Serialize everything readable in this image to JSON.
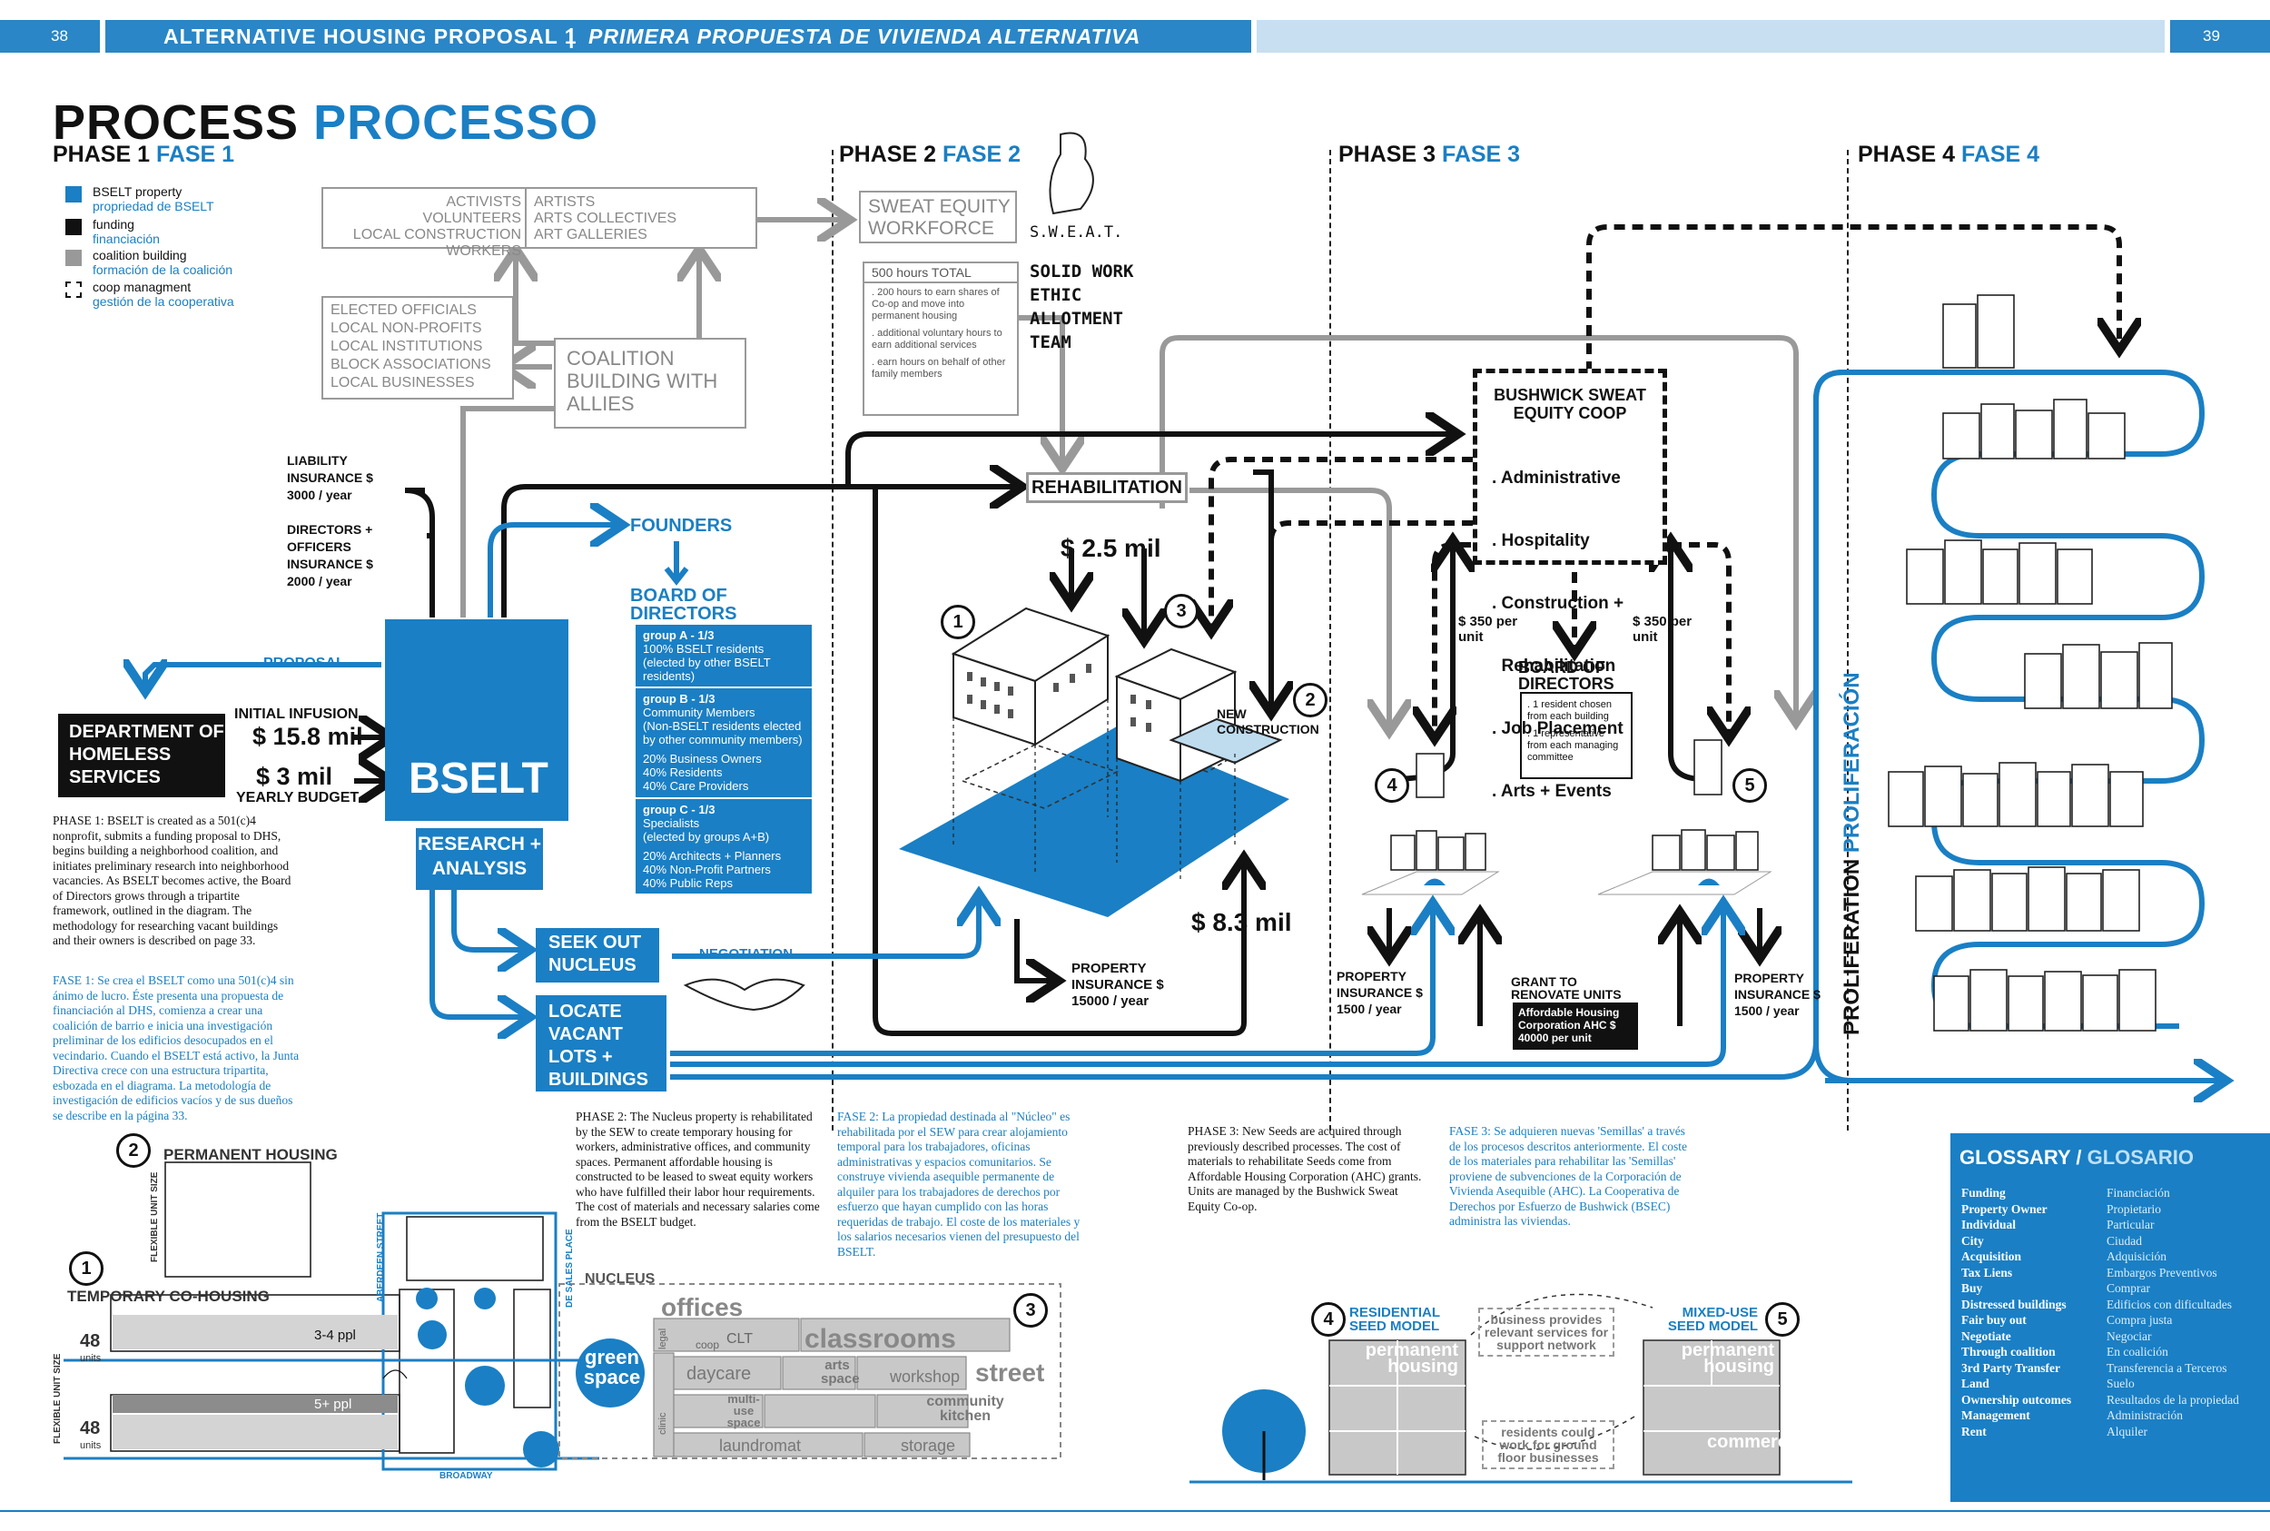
{
  "header": {
    "page_left": "38",
    "page_right": "39",
    "title_en": "ALTERNATIVE HOUSING PROPOSAL 1",
    "title_es": "PRIMERA PROPUESTA DE VIVIENDA ALTERNATIVA"
  },
  "title": {
    "en": "PROCESS",
    "es": "PROCESSO"
  },
  "phases": [
    {
      "en": "PHASE 1",
      "es": "FASE 1"
    },
    {
      "en": "PHASE 2",
      "es": "FASE 2"
    },
    {
      "en": "PHASE 3",
      "es": "FASE 3"
    },
    {
      "en": "PHASE 4",
      "es": "FASE 4"
    }
  ],
  "legend": [
    {
      "en": "BSELT property",
      "es": "propriedad de BSELT",
      "color": "#1a7fc4"
    },
    {
      "en": "funding",
      "es": "financiación",
      "color": "#111111"
    },
    {
      "en": "coalition building",
      "es": "formación de la coalición",
      "color": "#999999"
    },
    {
      "en": "coop managment",
      "es": "gestión de la cooperativa",
      "color": "dashed"
    }
  ],
  "coalition": {
    "left_lines": [
      "ACTIVISTS",
      "VOLUNTEERS",
      "LOCAL CONSTRUCTION WORKERS"
    ],
    "right_lines": [
      "ARTISTS",
      "ARTS COLLECTIVES",
      "ART GALLERIES"
    ],
    "elected_lines": [
      "ELECTED OFFICIALS",
      "LOCAL NON-PROFITS",
      "LOCAL INSTITUTIONS",
      "BLOCK ASSOCIATIONS",
      "LOCAL BUSINESSES"
    ],
    "coalition_box": "COALITION BUILDING WITH ALLIES"
  },
  "sweat": {
    "box": "SWEAT EQUITY WORKFORCE",
    "hand_label": "S.W.E.A.T.",
    "hand_note": "SOLID WORK ETHIC ALLOTMENT TEAM",
    "hours_title": "500 hours TOTAL",
    "hours_items": [
      ". 200 hours to earn shares of Co-op and move into permanent housing",
      ". additional voluntary hours to earn additional services",
      ". earn hours on behalf of other family members"
    ]
  },
  "insurance": {
    "liability": "LIABILITY INSURANCE $ 3000 / year",
    "directors": "DIRECTORS + OFFICERS INSURANCE $ 2000 / year"
  },
  "founders": "FOUNDERS",
  "board": {
    "title": "BOARD OF DIRECTORS",
    "groups": [
      {
        "title": "group A - 1/3",
        "lines": [
          "100% BSELT residents",
          "(elected by other BSELT",
          "residents)"
        ]
      },
      {
        "title": "group B - 1/3",
        "lines": [
          "Community Members",
          "(Non-BSELT residents elected",
          "by other community members)",
          "",
          "20% Business Owners",
          "40% Residents",
          "40% Care Providers"
        ]
      },
      {
        "title": "group C - 1/3",
        "lines": [
          "Specialists",
          "(elected by groups A+B)",
          "",
          "20% Architects + Planners",
          "40% Non-Profit Partners",
          "40% Public Reps"
        ]
      }
    ]
  },
  "bselt": "BSELT",
  "proposal": "PROPOSAL",
  "dhs": {
    "box": "DEPARTMENT OF HOMELESS SERVICES",
    "initial_label": "INITIAL INFUSION",
    "initial_value": "$ 15.8 mil",
    "yearly_value": "$ 3 mil",
    "yearly_label": "YEARLY BUDGET"
  },
  "research": "RESEARCH + ANALYSIS",
  "seek": "SEEK OUT NUCLEUS",
  "negotiation": "NEGOTIATION",
  "locate": "LOCATE VACANT LOTS + BUILDINGS",
  "rehab": {
    "box": "REHABILITATION",
    "value": "$ 2.5 mil",
    "new_construction": "NEW CONSTRUCTION",
    "value2": "$ 8.3 mil",
    "property_ins": "PROPERTY INSURANCE $ 15000 / year"
  },
  "coop": {
    "title": "BUSHWICK SWEAT EQUITY COOP",
    "items": [
      ". Administrative",
      ". Hospitality",
      ". Construction +",
      "  Rehabilitation",
      ". Job Placement",
      ". Arts + Events"
    ],
    "per_unit_left": "$ 350 per unit",
    "per_unit_right": "$ 350 per unit",
    "board_title": "BOARD OF DIRECTORS",
    "board_items": [
      ". 1 resident chosen from each building",
      ". 1 representative from each managing committee"
    ],
    "prop_left": "PROPERTY INSURANCE $ 1500 / year",
    "prop_right": "PROPERTY INSURANCE $ 1500 / year",
    "grant": "GRANT TO RENOVATE UNITS",
    "ahc": "Affordable Housing Corporation AHC $ 40000 per unit"
  },
  "proliferation": {
    "en": "PROLIFERATION",
    "es": "PROLIFERACIÓN"
  },
  "text": {
    "phase1_en": "PHASE 1: BSELT is created as a 501(c)4 nonprofit, submits a funding proposal to DHS, begins building a neighborhood coalition, and initiates preliminary research into neighborhood vacancies. As BSELT becomes active, the Board of Directors grows through a tripartite framework, outlined in the diagram. The methodology for researching vacant buildings and their owners is described on page 33.",
    "phase1_es": "FASE 1: Se crea el BSELT como una 501(c)4 sin ánimo de lucro. Éste presenta una propuesta de financiación al DHS, comienza a crear una coalición de barrio e inicia una investigación preliminar de los edificios desocupados en el vecindario. Cuando el BSELT está activo, la Junta Directiva crece con una estructura tripartita, esbozada en el diagrama. La metodología de investigación de edificios vacíos y de sus dueños se describe en la página 33.",
    "phase2_en": "PHASE 2: The Nucleus property is rehabilitated by the SEW to create temporary housing for workers, administrative offices, and community spaces. Permanent affordable housing is constructed to be leased to sweat equity workers who have fulfilled their labor hour requirements. The cost of materials and necessary salaries come from the BSELT budget.",
    "phase2_es": "FASE 2: La propiedad destinada al \"Núcleo\" es rehabilitada por el SEW para crear alojamiento temporal para los trabajadores, oficinas administrativas y espacios comunitarios. Se construye vivienda asequible permanente de alquiler para los trabajadores de derechos por esfuerzo que hayan cumplido con las horas requeridas de trabajo. El coste de los materiales y los salarios necesarios vienen del presupuesto del BSELT.",
    "phase3_en": "PHASE 3: New Seeds are acquired through previously described processes. The cost of materials to rehabilitate Seeds come from Affordable Housing Corporation (AHC) grants. Units are managed by the Bushwick Sweat Equity Co-op.",
    "phase3_es": "FASE 3: Se adquieren nuevas 'Semillas' a través de los procesos descritos anteriormente. El coste de los materiales para rehabilitar las 'Semillas' proviene de subvenciones de la Corporación de Vivienda Asequible (AHC). La Cooperativa de Derechos por Esfuerzo de Bushwick (BSEC) administra las viviendas."
  },
  "plan": {
    "permanent": "PERMANENT HOUSING",
    "temporary": "TEMPORARY CO-HOUSING",
    "flexible": "FLEXIBLE UNIT SIZE",
    "units_value": "48",
    "units_label": "units",
    "ppl_a": "3-4 ppl",
    "ppl_b": "5+ ppl",
    "street_a": "ABERDEEN STREET",
    "street_b": "DE SALES PLACE",
    "street_c": "BROADWAY",
    "nucleus": "NUCLEUS",
    "offices": "offices",
    "legal": "legal",
    "coop": "coop",
    "clt": "CLT",
    "classrooms": "classrooms",
    "green": "green space",
    "daycare": "daycare",
    "arts": "arts space",
    "workshop": "workshop",
    "street": "street",
    "clinic": "clinic",
    "multi": "multi-use space",
    "kitchen": "community kitchen",
    "laundromat": "laundromat",
    "storage": "storage"
  },
  "seed": {
    "residential": "RESIDENTIAL SEED MODEL",
    "mixed": "MIXED-USE SEED MODEL",
    "perm": "permanent housing",
    "services": "business provides relevant services for support network",
    "work": "residents could work for ground floor businesses",
    "commercial": "commercial"
  },
  "glossary": {
    "title_en": "GLOSSARY",
    "title_es": "GLOSARIO",
    "rows": [
      [
        "Funding",
        "Financiación"
      ],
      [
        "Property Owner",
        "Propietario"
      ],
      [
        "Individual",
        "Particular"
      ],
      [
        "City",
        "Ciudad"
      ],
      [
        "Acquisition",
        "Adquisición"
      ],
      [
        "Tax Liens",
        "Embargos Preventivos"
      ],
      [
        "Buy",
        "Comprar"
      ],
      [
        "Distressed buildings",
        "Edificios con dificultades"
      ],
      [
        "Fair buy out",
        "Compra justa"
      ],
      [
        "Negotiate",
        "Negociar"
      ],
      [
        "Through coalition",
        "En coalición"
      ],
      [
        "3rd Party Transfer",
        "Transferencia a Terceros"
      ],
      [
        "Land",
        "Suelo"
      ],
      [
        "Ownership outcomes",
        "Resultados de la propiedad"
      ],
      [
        "Management",
        "Administración"
      ],
      [
        "Rent",
        "Alquiler"
      ]
    ]
  }
}
